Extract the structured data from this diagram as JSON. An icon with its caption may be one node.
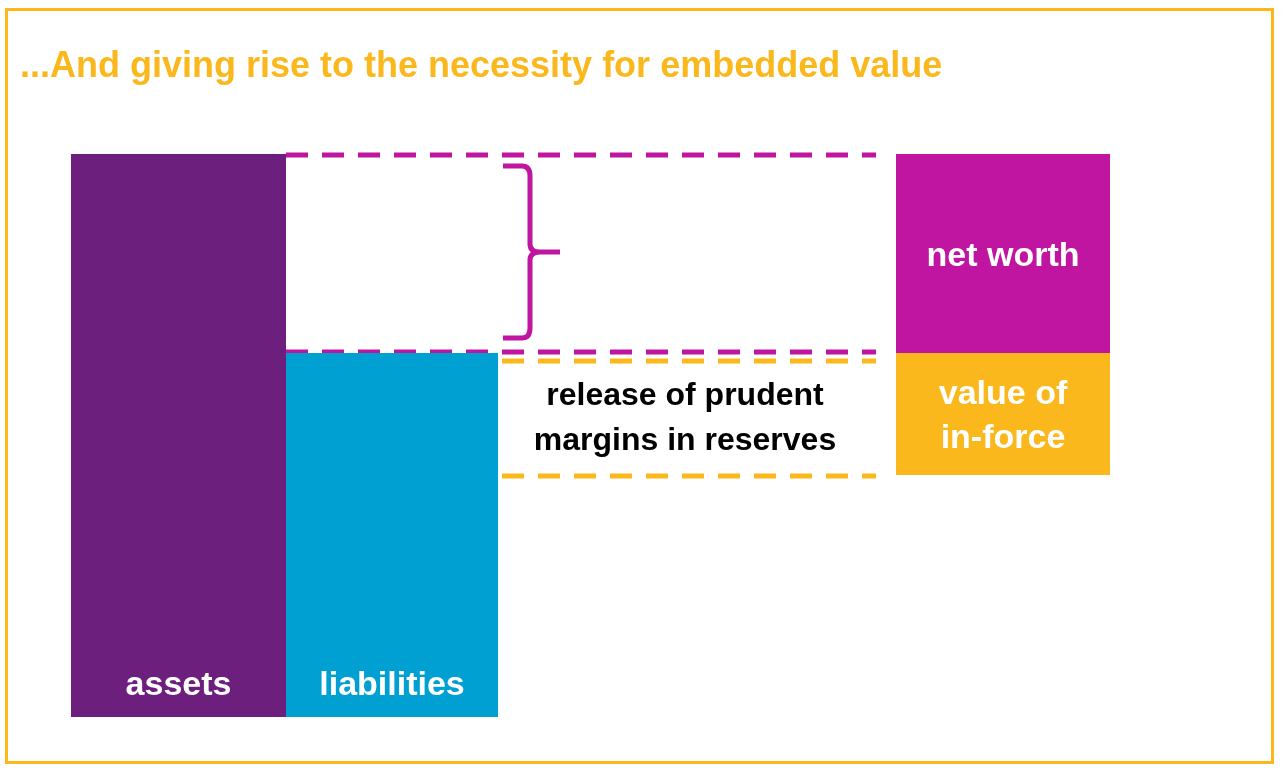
{
  "diagram": {
    "title": "...And giving rise to the necessity for embedded value",
    "nodes": [
      {
        "text": [
          "assets"
        ]
      },
      {
        "text": [
          "liabilities"
        ]
      },
      {
        "text": [
          "net worth"
        ]
      },
      {
        "text": [
          "value of in-force"
        ]
      }
    ],
    "labels": [
      "release of prudent margins in reserves"
    ]
  }
}
